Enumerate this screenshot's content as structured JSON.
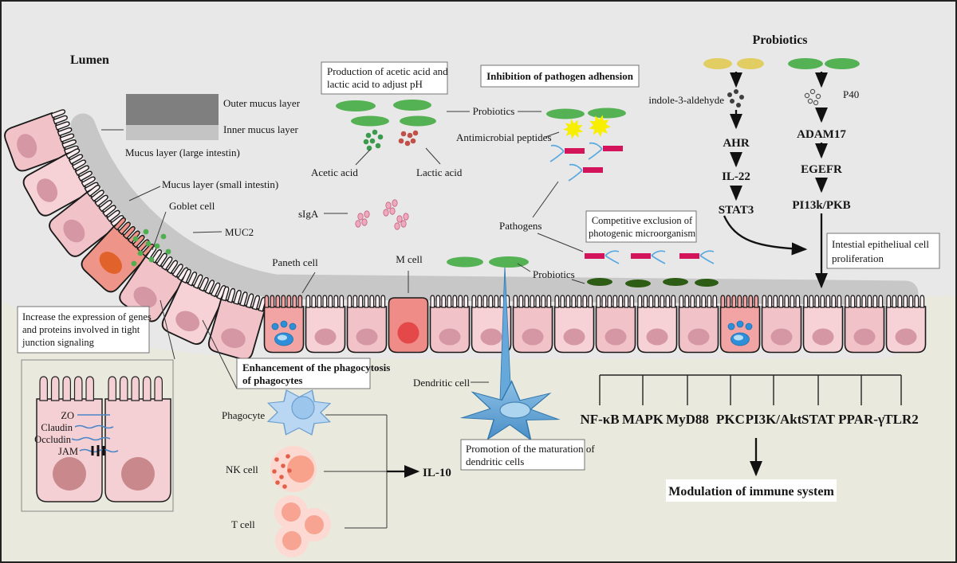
{
  "title": {
    "lumen": "Lumen",
    "probiotics": "Probiotics"
  },
  "mucus_legend": {
    "outer": "Outer mucus layer",
    "inner": "Inner mucus layer",
    "large": "Mucus layer (large intestin)",
    "small": "Mucus layer (small intestin)"
  },
  "cells": {
    "goblet": "Goblet cell",
    "muc2": "MUC2",
    "siga": "sIgA",
    "paneth": "Paneth cell",
    "m_cell": "M cell",
    "dendritic": "Dendritic cell",
    "phagocyte": "Phagocyte",
    "nk": "NK cell",
    "t": "T cell"
  },
  "acids": {
    "production_line1": "Production of  acetic acid and",
    "production_line2": "lactic acid to adjust pH",
    "acetic": "Acetic acid",
    "lactic": "Lactic acid"
  },
  "adhesion": {
    "title": "Inhibition of pathogen adhension",
    "probiotics": "Probiotics",
    "antimicrobial": "Antimicrobial peptides",
    "pathogens": "Pathogens"
  },
  "competition": {
    "line1": "Competitive  exclusion of",
    "line2": "photogenic microorganism",
    "probiotics": "Probiotics"
  },
  "pathway_left": {
    "ligand": "indole-3-aldehyde",
    "node1": "AHR",
    "node2": "IL-22",
    "node3": "STAT3"
  },
  "pathway_right": {
    "ligand": "P40",
    "node1": "ADAM17",
    "node2": "EGEFR",
    "node3": "PI13k/PKB"
  },
  "proliferation": {
    "line1": "Intestial epitheliual cell",
    "line2": "proliferation"
  },
  "tight_junction": {
    "line1": "Increase the expression of genes",
    "line2": "and proteins involved in tight",
    "line3": "junction signaling",
    "zo": "ZO",
    "claudin": "Claudin",
    "occludin": "Occludin",
    "jam": "JAM"
  },
  "immune": {
    "phagocytosis_line1": "Enhancement of the phagocytosis",
    "phagocytosis_line2": "of phagocytes",
    "maturation_line1": "Promotion of the maturation of",
    "maturation_line2": "dendritic cells",
    "il10": "IL-10",
    "molecules": [
      "NF-κB",
      "MAPK",
      "MyD88",
      "PKC",
      "PI3K/Akt",
      "STAT",
      "PPAR-γ",
      "TLR2"
    ],
    "modulation": "Modulation of  immune system"
  },
  "colors": {
    "background_grey": "#e8e8e8",
    "background_beige": "#eae9dd",
    "mucus_grey": "#c7c7c7",
    "cell_pink": "#f4cbd0",
    "nucleus_pink": "#d497a3",
    "probiotic_green": "#55b254",
    "dark_green": "#2d5c15",
    "yellow_probiotic": "#e2cd62",
    "star_yellow": "#f8ee00",
    "pathogen_crimson": "#d4145a",
    "flagella_blue": "#58a9e0",
    "immune_blue": "#5b9fd4",
    "nk_pink": "#f8a28c",
    "acetic_green": "#3c9a4e",
    "lactic_red": "#c05048",
    "siga_pink": "#f0a8bc",
    "muc2_green": "#4fae4f",
    "paneth_blue": "#2e8fd8"
  }
}
